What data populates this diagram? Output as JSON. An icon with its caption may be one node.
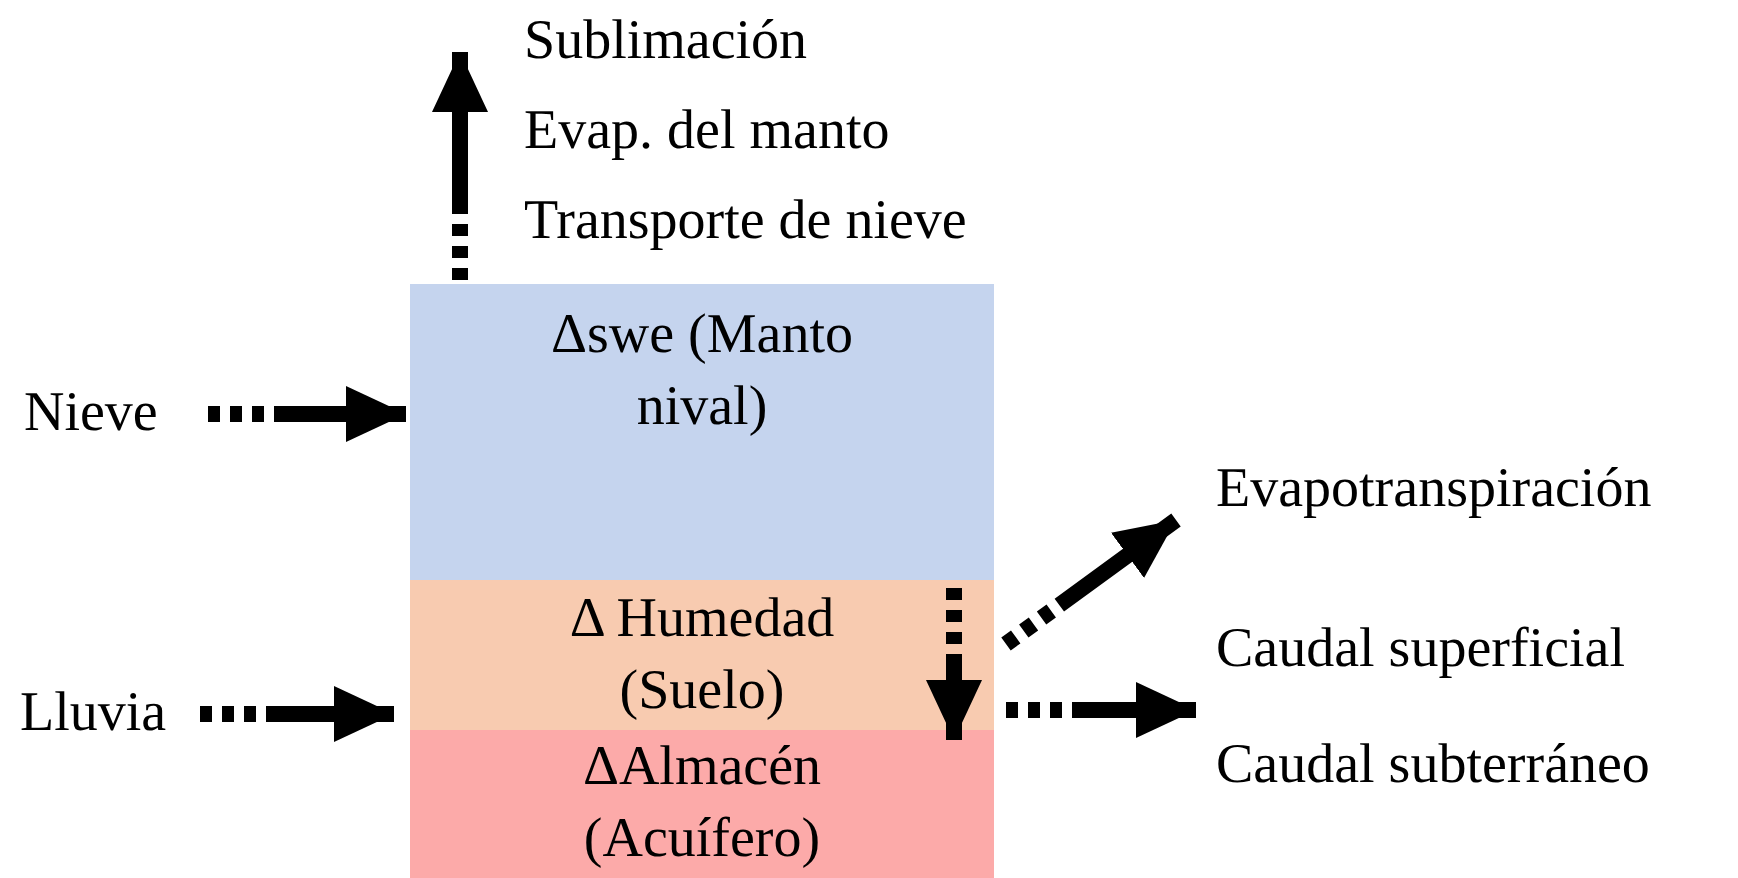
{
  "diagram": {
    "nodes": [
      {
        "text": [
          "Δswe (Manto nival)"
        ]
      },
      {
        "text": [
          "Δ Humedad (Suelo)"
        ]
      },
      {
        "text": [
          "ΔAlmacén (Acuífero)"
        ]
      },
      {
        "text": [
          "Sublimación",
          "Evap. del manto",
          "Transporte de nieve"
        ]
      },
      {
        "text": [
          "Nieve"
        ]
      },
      {
        "text": [
          "Lluvia"
        ]
      },
      {
        "text": [
          "Evapotranspiración"
        ]
      },
      {
        "text": [
          "Caudal superficial",
          "Caudal subterráneo"
        ]
      }
    ],
    "edges": [
      {
        "from": 0,
        "to": 3,
        "arrow": "to"
      },
      {
        "from": 4,
        "to": 0,
        "arrow": "to"
      },
      {
        "from": 5,
        "to": 1,
        "arrow": "to"
      },
      {
        "from": 1,
        "to": 2,
        "arrow": "to"
      },
      {
        "from": 1,
        "to": 6,
        "arrow": "to"
      },
      {
        "from": 1,
        "to": 7,
        "arrow": "to"
      }
    ]
  }
}
